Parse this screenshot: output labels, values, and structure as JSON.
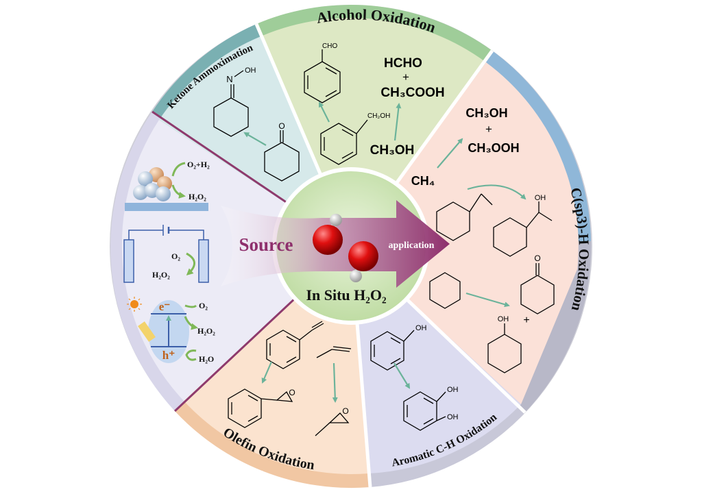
{
  "center": {
    "title": "In Situ H₂O₂",
    "source_label": "Source",
    "application_label": "application"
  },
  "sectors": {
    "alcohol": {
      "title": "Alcohol Oxidation",
      "cho": "CHO",
      "ch2oh": "CH₂OH",
      "hcho": "HCHO",
      "plus": "+",
      "ch3cooh": "CH₃COOH",
      "ch3oh": "CH₃OH"
    },
    "ketone": {
      "title": "Ketone Ammoximation",
      "n": "N",
      "oh": "OH",
      "o": "O"
    },
    "csp3": {
      "title": "C(sp3)-H Oxidation",
      "ch4": "CH₄",
      "ch3oh": "CH₃OH",
      "plus": "+",
      "ch3ooh": "CH₃OOH",
      "oh": "OH",
      "o": "O",
      "oh2": "OH",
      "plus2": "+"
    },
    "aromatic": {
      "title": "Aromatic C-H Oxidation",
      "oh_top": "OH",
      "oh_a": "OH",
      "oh_b": "OH"
    },
    "olefin": {
      "title": "Olefin Oxidation",
      "o_a": "O",
      "o_b": "O"
    },
    "source": {
      "o2_h2": "O₂+H₂",
      "h2o2_top": "H₂O₂",
      "o2_mid": "O₂",
      "h2o2_mid": "H₂O₂",
      "e_minus": "e⁻",
      "h_plus": "h⁺",
      "o2_low": "O₂",
      "h2o2_low": "H₂O₂",
      "h2o_low": "H₂O"
    }
  },
  "colors": {
    "alcohol": "#dde8c4",
    "ketone": "#d6e9ea",
    "csp3": "#fbe1d8",
    "aromatic": "#dcdcf0",
    "olefin": "#fbe3cf",
    "source": "#ecebf6",
    "center": "#cfe6b6",
    "arrow": "#8e2f6c",
    "ring_green": "#9fcd99",
    "ring_blue": "#8fb7d8",
    "ring_grey": "#b8b8c8",
    "ring_orange": "#f1c7a3"
  }
}
